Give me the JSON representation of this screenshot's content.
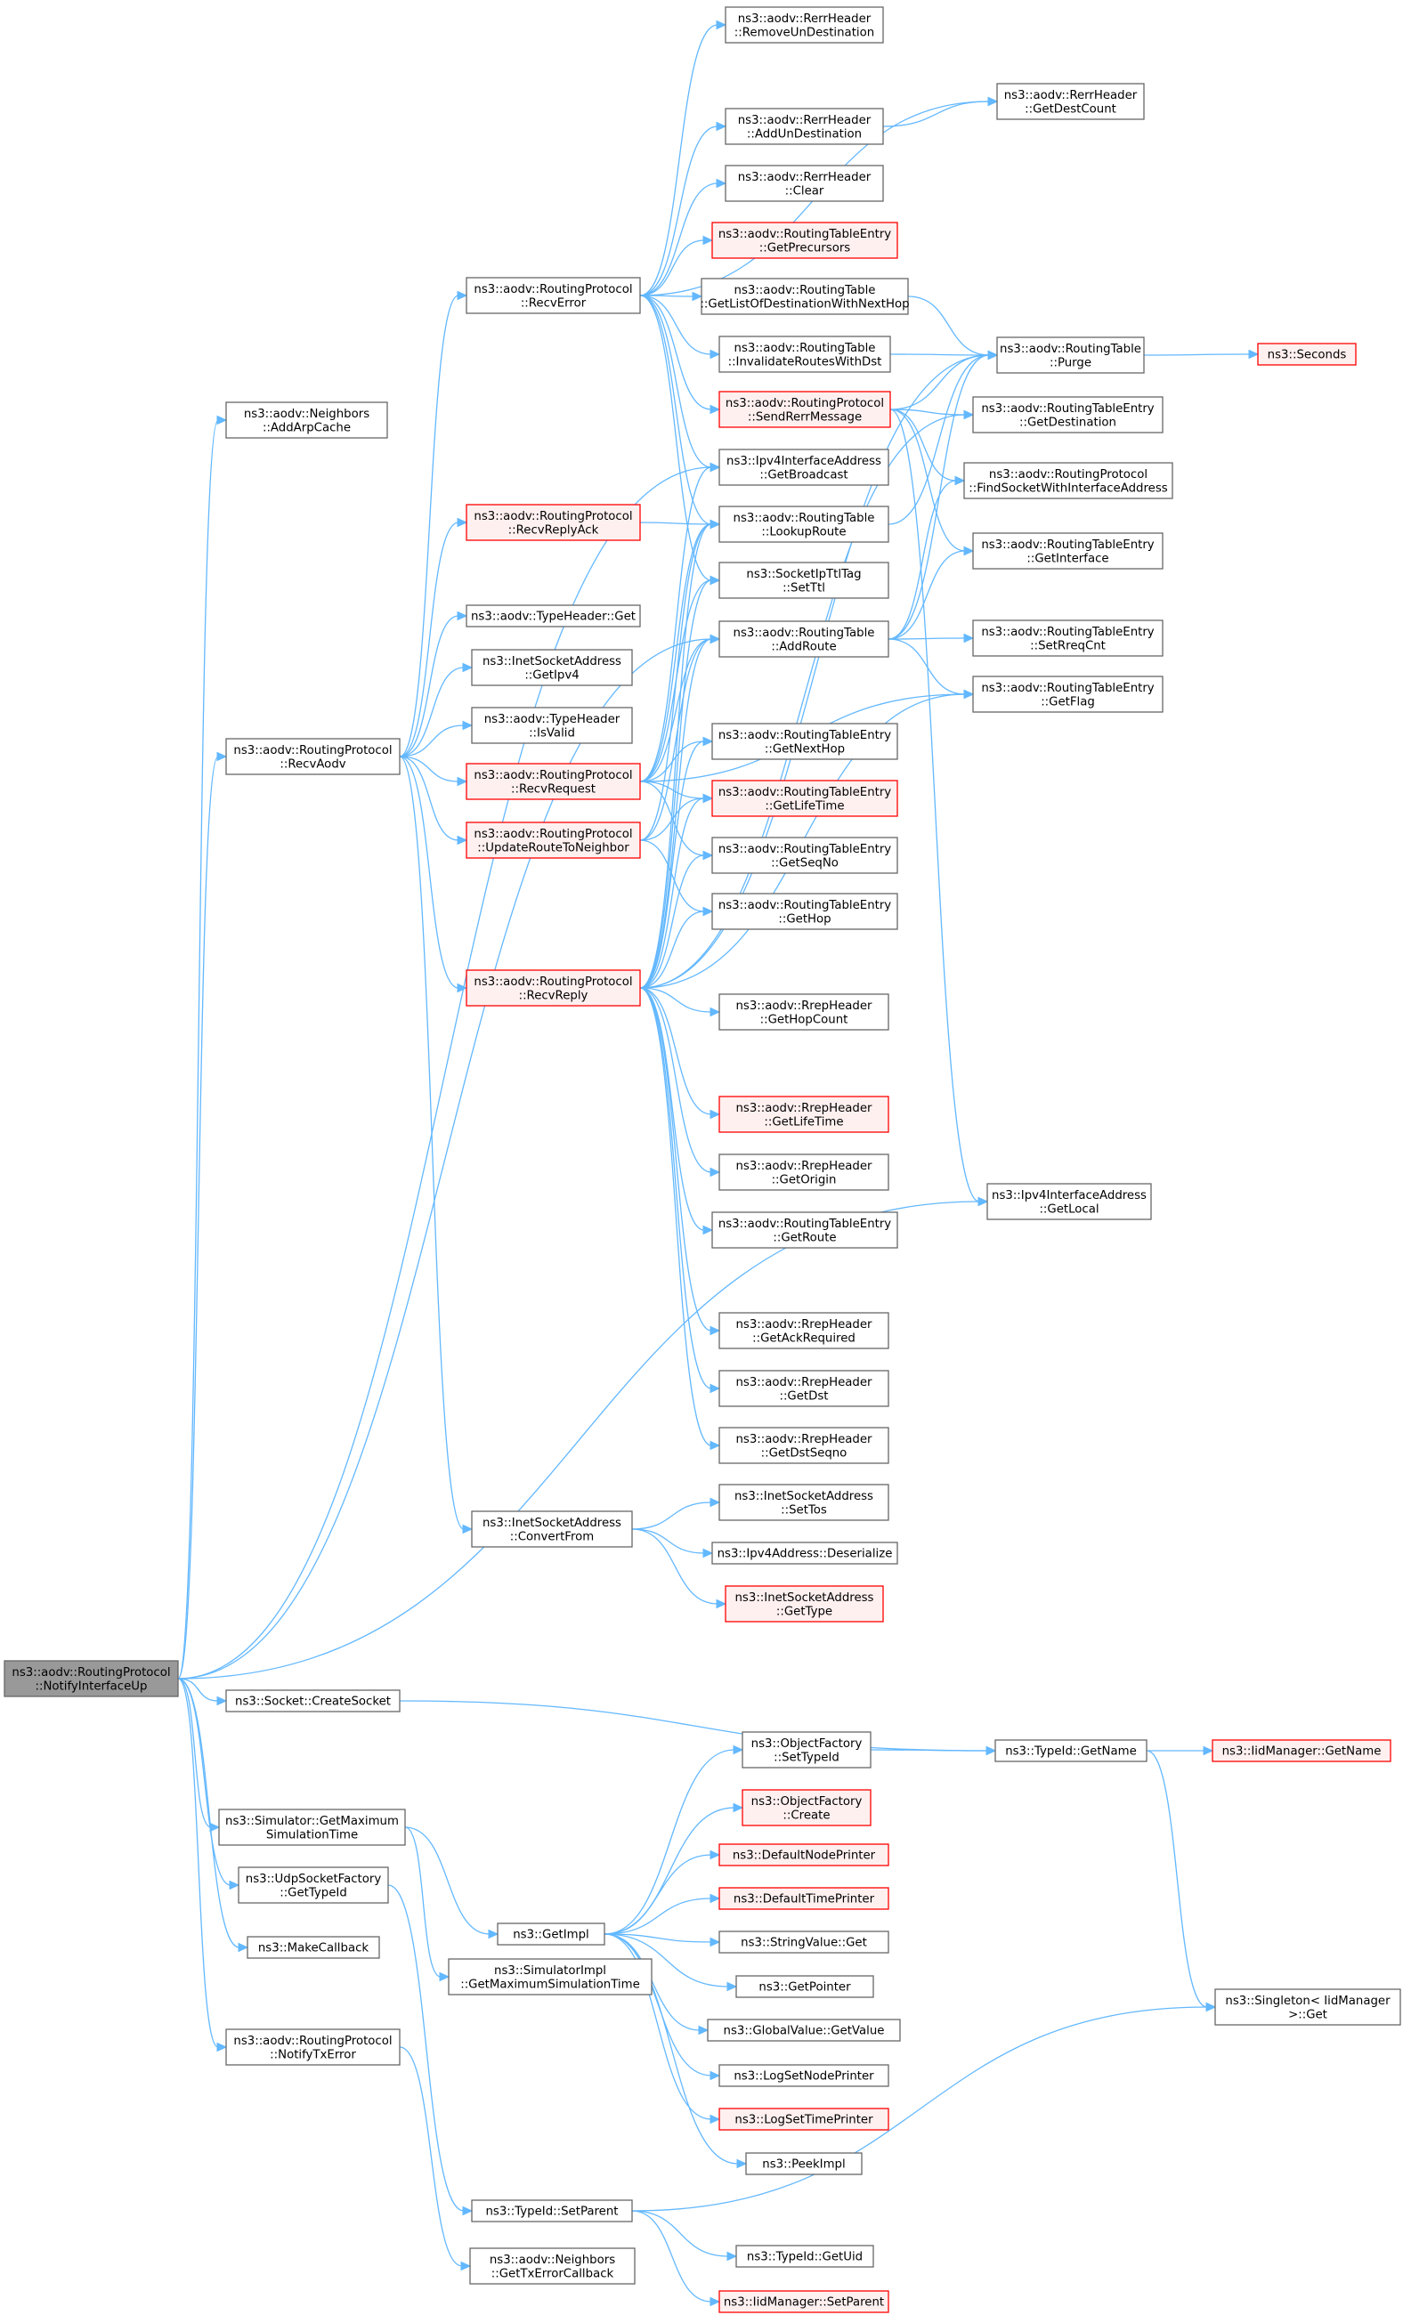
{
  "colors": {
    "edge": "#63b8ff",
    "node_border": "#666666",
    "node_fill": "#ffffff",
    "ref_border": "#ff0000",
    "ref_fill": "#fff0f0",
    "root_fill": "#999999",
    "root_border": "#666666"
  },
  "nodes": [
    {
      "id": "root",
      "lines": [
        "ns3::aodv::RoutingProtocol",
        "::NotifyInterfaceUp"
      ],
      "style": "root"
    },
    {
      "id": "addArpCache",
      "lines": [
        "ns3::aodv::Neighbors",
        "::AddArpCache"
      ],
      "style": "normal"
    },
    {
      "id": "getBroadcast",
      "lines": [
        "ns3::Ipv4InterfaceAddress",
        "::GetBroadcast"
      ],
      "style": "normal"
    },
    {
      "id": "getLocal",
      "lines": [
        "ns3::Ipv4InterfaceAddress",
        "::GetLocal"
      ],
      "style": "normal"
    },
    {
      "id": "recvAodv",
      "lines": [
        "ns3::aodv::RoutingProtocol",
        "::RecvAodv"
      ],
      "style": "normal"
    },
    {
      "id": "createSocket",
      "lines": [
        "ns3::Socket::CreateSocket"
      ],
      "style": "normal"
    },
    {
      "id": "getMaxSim",
      "lines": [
        "ns3::Simulator::GetMaximum",
        "SimulationTime"
      ],
      "style": "normal"
    },
    {
      "id": "udpGetTypeId",
      "lines": [
        "ns3::UdpSocketFactory",
        "::GetTypeId"
      ],
      "style": "normal"
    },
    {
      "id": "makeCallback",
      "lines": [
        "ns3::MakeCallback"
      ],
      "style": "normal"
    },
    {
      "id": "notifyTxError",
      "lines": [
        "ns3::aodv::RoutingProtocol",
        "::NotifyTxError"
      ],
      "style": "normal"
    },
    {
      "id": "recvError",
      "lines": [
        "ns3::aodv::RoutingProtocol",
        "::RecvError"
      ],
      "style": "normal"
    },
    {
      "id": "recvReplyAck",
      "lines": [
        "ns3::aodv::RoutingProtocol",
        "::RecvReplyAck"
      ],
      "style": "ref"
    },
    {
      "id": "typeHeaderGet",
      "lines": [
        "ns3::aodv::TypeHeader::Get"
      ],
      "style": "normal"
    },
    {
      "id": "getIpv4",
      "lines": [
        "ns3::InetSocketAddress",
        "::GetIpv4"
      ],
      "style": "normal"
    },
    {
      "id": "isValid",
      "lines": [
        "ns3::aodv::TypeHeader",
        "::IsValid"
      ],
      "style": "normal"
    },
    {
      "id": "recvRequest",
      "lines": [
        "ns3::aodv::RoutingProtocol",
        "::RecvRequest"
      ],
      "style": "ref"
    },
    {
      "id": "updateRoute",
      "lines": [
        "ns3::aodv::RoutingProtocol",
        "::UpdateRouteToNeighbor"
      ],
      "style": "ref"
    },
    {
      "id": "recvReply",
      "lines": [
        "ns3::aodv::RoutingProtocol",
        "::RecvReply"
      ],
      "style": "ref"
    },
    {
      "id": "convertFrom",
      "lines": [
        "ns3::InetSocketAddress",
        "::ConvertFrom"
      ],
      "style": "normal"
    },
    {
      "id": "removeUnDest",
      "lines": [
        "ns3::aodv::RerrHeader",
        "::RemoveUnDestination"
      ],
      "style": "normal"
    },
    {
      "id": "getDestCount",
      "lines": [
        "ns3::aodv::RerrHeader",
        "::GetDestCount"
      ],
      "style": "normal"
    },
    {
      "id": "addUnDest",
      "lines": [
        "ns3::aodv::RerrHeader",
        "::AddUnDestination"
      ],
      "style": "normal"
    },
    {
      "id": "rerrClear",
      "lines": [
        "ns3::aodv::RerrHeader",
        "::Clear"
      ],
      "style": "normal"
    },
    {
      "id": "getPrecursors",
      "lines": [
        "ns3::aodv::RoutingTableEntry",
        "::GetPrecursors"
      ],
      "style": "ref"
    },
    {
      "id": "getListOfDest",
      "lines": [
        "ns3::aodv::RoutingTable",
        "::GetListOfDestinationWithNextHop"
      ],
      "style": "normal"
    },
    {
      "id": "invalidateRoutes",
      "lines": [
        "ns3::aodv::RoutingTable",
        "::InvalidateRoutesWithDst"
      ],
      "style": "normal"
    },
    {
      "id": "sendRerr",
      "lines": [
        "ns3::aodv::RoutingProtocol",
        "::SendRerrMessage"
      ],
      "style": "ref"
    },
    {
      "id": "purge",
      "lines": [
        "ns3::aodv::RoutingTable",
        "::Purge"
      ],
      "style": "normal"
    },
    {
      "id": "seconds",
      "lines": [
        "ns3::Seconds"
      ],
      "style": "ref"
    },
    {
      "id": "getDestination",
      "lines": [
        "ns3::aodv::RoutingTableEntry",
        "::GetDestination"
      ],
      "style": "normal"
    },
    {
      "id": "findSocket",
      "lines": [
        "ns3::aodv::RoutingProtocol",
        "::FindSocketWithInterfaceAddress"
      ],
      "style": "normal"
    },
    {
      "id": "lookupRoute",
      "lines": [
        "ns3::aodv::RoutingTable",
        "::LookupRoute"
      ],
      "style": "normal"
    },
    {
      "id": "getInterface",
      "lines": [
        "ns3::aodv::RoutingTableEntry",
        "::GetInterface"
      ],
      "style": "normal"
    },
    {
      "id": "setTtl",
      "lines": [
        "ns3::SocketIpTtlTag",
        "::SetTtl"
      ],
      "style": "normal"
    },
    {
      "id": "addRoute",
      "lines": [
        "ns3::aodv::RoutingTable",
        "::AddRoute"
      ],
      "style": "normal"
    },
    {
      "id": "setRreqCnt",
      "lines": [
        "ns3::aodv::RoutingTableEntry",
        "::SetRreqCnt"
      ],
      "style": "normal"
    },
    {
      "id": "getFlag",
      "lines": [
        "ns3::aodv::RoutingTableEntry",
        "::GetFlag"
      ],
      "style": "normal"
    },
    {
      "id": "getNextHop",
      "lines": [
        "ns3::aodv::RoutingTableEntry",
        "::GetNextHop"
      ],
      "style": "normal"
    },
    {
      "id": "getLifeTime",
      "lines": [
        "ns3::aodv::RoutingTableEntry",
        "::GetLifeTime"
      ],
      "style": "ref"
    },
    {
      "id": "getSeqNo",
      "lines": [
        "ns3::aodv::RoutingTableEntry",
        "::GetSeqNo"
      ],
      "style": "normal"
    },
    {
      "id": "getHop",
      "lines": [
        "ns3::aodv::RoutingTableEntry",
        "::GetHop"
      ],
      "style": "normal"
    },
    {
      "id": "getHopCount",
      "lines": [
        "ns3::aodv::RrepHeader",
        "::GetHopCount"
      ],
      "style": "normal"
    },
    {
      "id": "rrepGetLifeTime",
      "lines": [
        "ns3::aodv::RrepHeader",
        "::GetLifeTime"
      ],
      "style": "ref"
    },
    {
      "id": "getOrigin",
      "lines": [
        "ns3::aodv::RrepHeader",
        "::GetOrigin"
      ],
      "style": "normal"
    },
    {
      "id": "getRoute",
      "lines": [
        "ns3::aodv::RoutingTableEntry",
        "::GetRoute"
      ],
      "style": "normal"
    },
    {
      "id": "getAckRequired",
      "lines": [
        "ns3::aodv::RrepHeader",
        "::GetAckRequired"
      ],
      "style": "normal"
    },
    {
      "id": "getDst",
      "lines": [
        "ns3::aodv::RrepHeader",
        "::GetDst"
      ],
      "style": "normal"
    },
    {
      "id": "getDstSeqno",
      "lines": [
        "ns3::aodv::RrepHeader",
        "::GetDstSeqno"
      ],
      "style": "normal"
    },
    {
      "id": "setTos",
      "lines": [
        "ns3::InetSocketAddress",
        "::SetTos"
      ],
      "style": "normal"
    },
    {
      "id": "deserialize",
      "lines": [
        "ns3::Ipv4Address::Deserialize"
      ],
      "style": "normal"
    },
    {
      "id": "inetGetType",
      "lines": [
        "ns3::InetSocketAddress",
        "::GetType"
      ],
      "style": "ref"
    },
    {
      "id": "ofSetTypeId",
      "lines": [
        "ns3::ObjectFactory",
        "::SetTypeId"
      ],
      "style": "normal"
    },
    {
      "id": "ofCreate",
      "lines": [
        "ns3::ObjectFactory",
        "::Create"
      ],
      "style": "ref"
    },
    {
      "id": "typeIdGetName",
      "lines": [
        "ns3::TypeId::GetName"
      ],
      "style": "normal"
    },
    {
      "id": "iidGetName",
      "lines": [
        "ns3::IidManager::GetName"
      ],
      "style": "ref"
    },
    {
      "id": "getImpl",
      "lines": [
        "ns3::GetImpl"
      ],
      "style": "normal"
    },
    {
      "id": "defNodePrinter",
      "lines": [
        "ns3::DefaultNodePrinter"
      ],
      "style": "ref"
    },
    {
      "id": "defTimePrinter",
      "lines": [
        "ns3::DefaultTimePrinter"
      ],
      "style": "ref"
    },
    {
      "id": "stringValueGet",
      "lines": [
        "ns3::StringValue::Get"
      ],
      "style": "normal"
    },
    {
      "id": "getPointer",
      "lines": [
        "ns3::GetPointer"
      ],
      "style": "normal"
    },
    {
      "id": "globalValueGet",
      "lines": [
        "ns3::GlobalValue::GetValue"
      ],
      "style": "normal"
    },
    {
      "id": "logSetNode",
      "lines": [
        "ns3::LogSetNodePrinter"
      ],
      "style": "normal"
    },
    {
      "id": "logSetTime",
      "lines": [
        "ns3::LogSetTimePrinter"
      ],
      "style": "ref"
    },
    {
      "id": "peekImpl",
      "lines": [
        "ns3::PeekImpl"
      ],
      "style": "normal"
    },
    {
      "id": "simImplGetMax",
      "lines": [
        "ns3::SimulatorImpl",
        "::GetMaximumSimulationTime"
      ],
      "style": "normal"
    },
    {
      "id": "singletonGet",
      "lines": [
        "ns3::Singleton< IidManager",
        ">::Get"
      ],
      "style": "normal"
    },
    {
      "id": "setParent",
      "lines": [
        "ns3::TypeId::SetParent"
      ],
      "style": "normal"
    },
    {
      "id": "getTxErrorCb",
      "lines": [
        "ns3::aodv::Neighbors",
        "::GetTxErrorCallback"
      ],
      "style": "normal"
    },
    {
      "id": "getUid",
      "lines": [
        "ns3::TypeId::GetUid"
      ],
      "style": "normal"
    },
    {
      "id": "iidSetParent",
      "lines": [
        "ns3::IidManager::SetParent"
      ],
      "style": "ref"
    }
  ],
  "edges": [
    [
      "root",
      "addArpCache"
    ],
    [
      "root",
      "getBroadcast"
    ],
    [
      "root",
      "addRoute"
    ],
    [
      "root",
      "getLocal"
    ],
    [
      "root",
      "recvAodv"
    ],
    [
      "root",
      "createSocket"
    ],
    [
      "root",
      "getMaxSim"
    ],
    [
      "root",
      "udpGetTypeId"
    ],
    [
      "root",
      "makeCallback"
    ],
    [
      "root",
      "notifyTxError"
    ],
    [
      "recvAodv",
      "recvError"
    ],
    [
      "recvAodv",
      "recvReplyAck"
    ],
    [
      "recvAodv",
      "typeHeaderGet"
    ],
    [
      "recvAodv",
      "getIpv4"
    ],
    [
      "recvAodv",
      "isValid"
    ],
    [
      "recvAodv",
      "recvRequest"
    ],
    [
      "recvAodv",
      "updateRoute"
    ],
    [
      "recvAodv",
      "recvReply"
    ],
    [
      "recvAodv",
      "convertFrom"
    ],
    [
      "recvError",
      "removeUnDest"
    ],
    [
      "recvError",
      "getDestCount"
    ],
    [
      "recvError",
      "addUnDest"
    ],
    [
      "recvError",
      "rerrClear"
    ],
    [
      "recvError",
      "getPrecursors"
    ],
    [
      "recvError",
      "getListOfDest"
    ],
    [
      "recvError",
      "invalidateRoutes"
    ],
    [
      "recvError",
      "sendRerr"
    ],
    [
      "recvError",
      "getBroadcast"
    ],
    [
      "recvError",
      "lookupRoute"
    ],
    [
      "recvError",
      "setTtl"
    ],
    [
      "addUnDest",
      "getDestCount"
    ],
    [
      "getListOfDest",
      "purge"
    ],
    [
      "invalidateRoutes",
      "purge"
    ],
    [
      "purge",
      "seconds"
    ],
    [
      "sendRerr",
      "getDestination"
    ],
    [
      "sendRerr",
      "findSocket"
    ],
    [
      "sendRerr",
      "getInterface"
    ],
    [
      "sendRerr",
      "getLocal"
    ],
    [
      "sendRerr",
      "purge"
    ],
    [
      "recvReplyAck",
      "lookupRoute"
    ],
    [
      "lookupRoute",
      "purge"
    ],
    [
      "addRoute",
      "purge"
    ],
    [
      "addRoute",
      "findSocket"
    ],
    [
      "addRoute",
      "getInterface"
    ],
    [
      "addRoute",
      "setRreqCnt"
    ],
    [
      "addRoute",
      "getFlag"
    ],
    [
      "recvRequest",
      "getBroadcast"
    ],
    [
      "recvRequest",
      "lookupRoute"
    ],
    [
      "recvRequest",
      "setTtl"
    ],
    [
      "recvRequest",
      "addRoute"
    ],
    [
      "recvRequest",
      "getFlag"
    ],
    [
      "recvRequest",
      "getNextHop"
    ],
    [
      "recvRequest",
      "getLifeTime"
    ],
    [
      "recvRequest",
      "getSeqNo"
    ],
    [
      "updateRoute",
      "lookupRoute"
    ],
    [
      "updateRoute",
      "addRoute"
    ],
    [
      "updateRoute",
      "getLifeTime"
    ],
    [
      "updateRoute",
      "getHop"
    ],
    [
      "recvReply",
      "lookupRoute"
    ],
    [
      "recvReply",
      "setTtl"
    ],
    [
      "recvReply",
      "addRoute"
    ],
    [
      "recvReply",
      "getNextHop"
    ],
    [
      "recvReply",
      "getLifeTime"
    ],
    [
      "recvReply",
      "getSeqNo"
    ],
    [
      "recvReply",
      "getHop"
    ],
    [
      "recvReply",
      "getFlag"
    ],
    [
      "recvReply",
      "getHopCount"
    ],
    [
      "recvReply",
      "getDestination"
    ],
    [
      "recvReply",
      "rrepGetLifeTime"
    ],
    [
      "recvReply",
      "getOrigin"
    ],
    [
      "recvReply",
      "getRoute"
    ],
    [
      "recvReply",
      "purge"
    ],
    [
      "recvReply",
      "getAckRequired"
    ],
    [
      "recvReply",
      "getDst"
    ],
    [
      "recvReply",
      "getDstSeqno"
    ],
    [
      "convertFrom",
      "setTos"
    ],
    [
      "convertFrom",
      "deserialize"
    ],
    [
      "convertFrom",
      "inetGetType"
    ],
    [
      "createSocket",
      "typeIdGetName"
    ],
    [
      "ofSetTypeId",
      "typeIdGetName"
    ],
    [
      "typeIdGetName",
      "iidGetName"
    ],
    [
      "typeIdGetName",
      "singletonGet"
    ],
    [
      "getMaxSim",
      "getImpl"
    ],
    [
      "getMaxSim",
      "simImplGetMax"
    ],
    [
      "getImpl",
      "ofSetTypeId"
    ],
    [
      "getImpl",
      "ofCreate"
    ],
    [
      "getImpl",
      "defNodePrinter"
    ],
    [
      "getImpl",
      "defTimePrinter"
    ],
    [
      "getImpl",
      "stringValueGet"
    ],
    [
      "getImpl",
      "getPointer"
    ],
    [
      "getImpl",
      "globalValueGet"
    ],
    [
      "getImpl",
      "logSetNode"
    ],
    [
      "getImpl",
      "logSetTime"
    ],
    [
      "getImpl",
      "peekImpl"
    ],
    [
      "udpGetTypeId",
      "setParent"
    ],
    [
      "notifyTxError",
      "getTxErrorCb"
    ],
    [
      "setParent",
      "singletonGet"
    ],
    [
      "setParent",
      "getUid"
    ],
    [
      "setParent",
      "iidSetParent"
    ]
  ]
}
